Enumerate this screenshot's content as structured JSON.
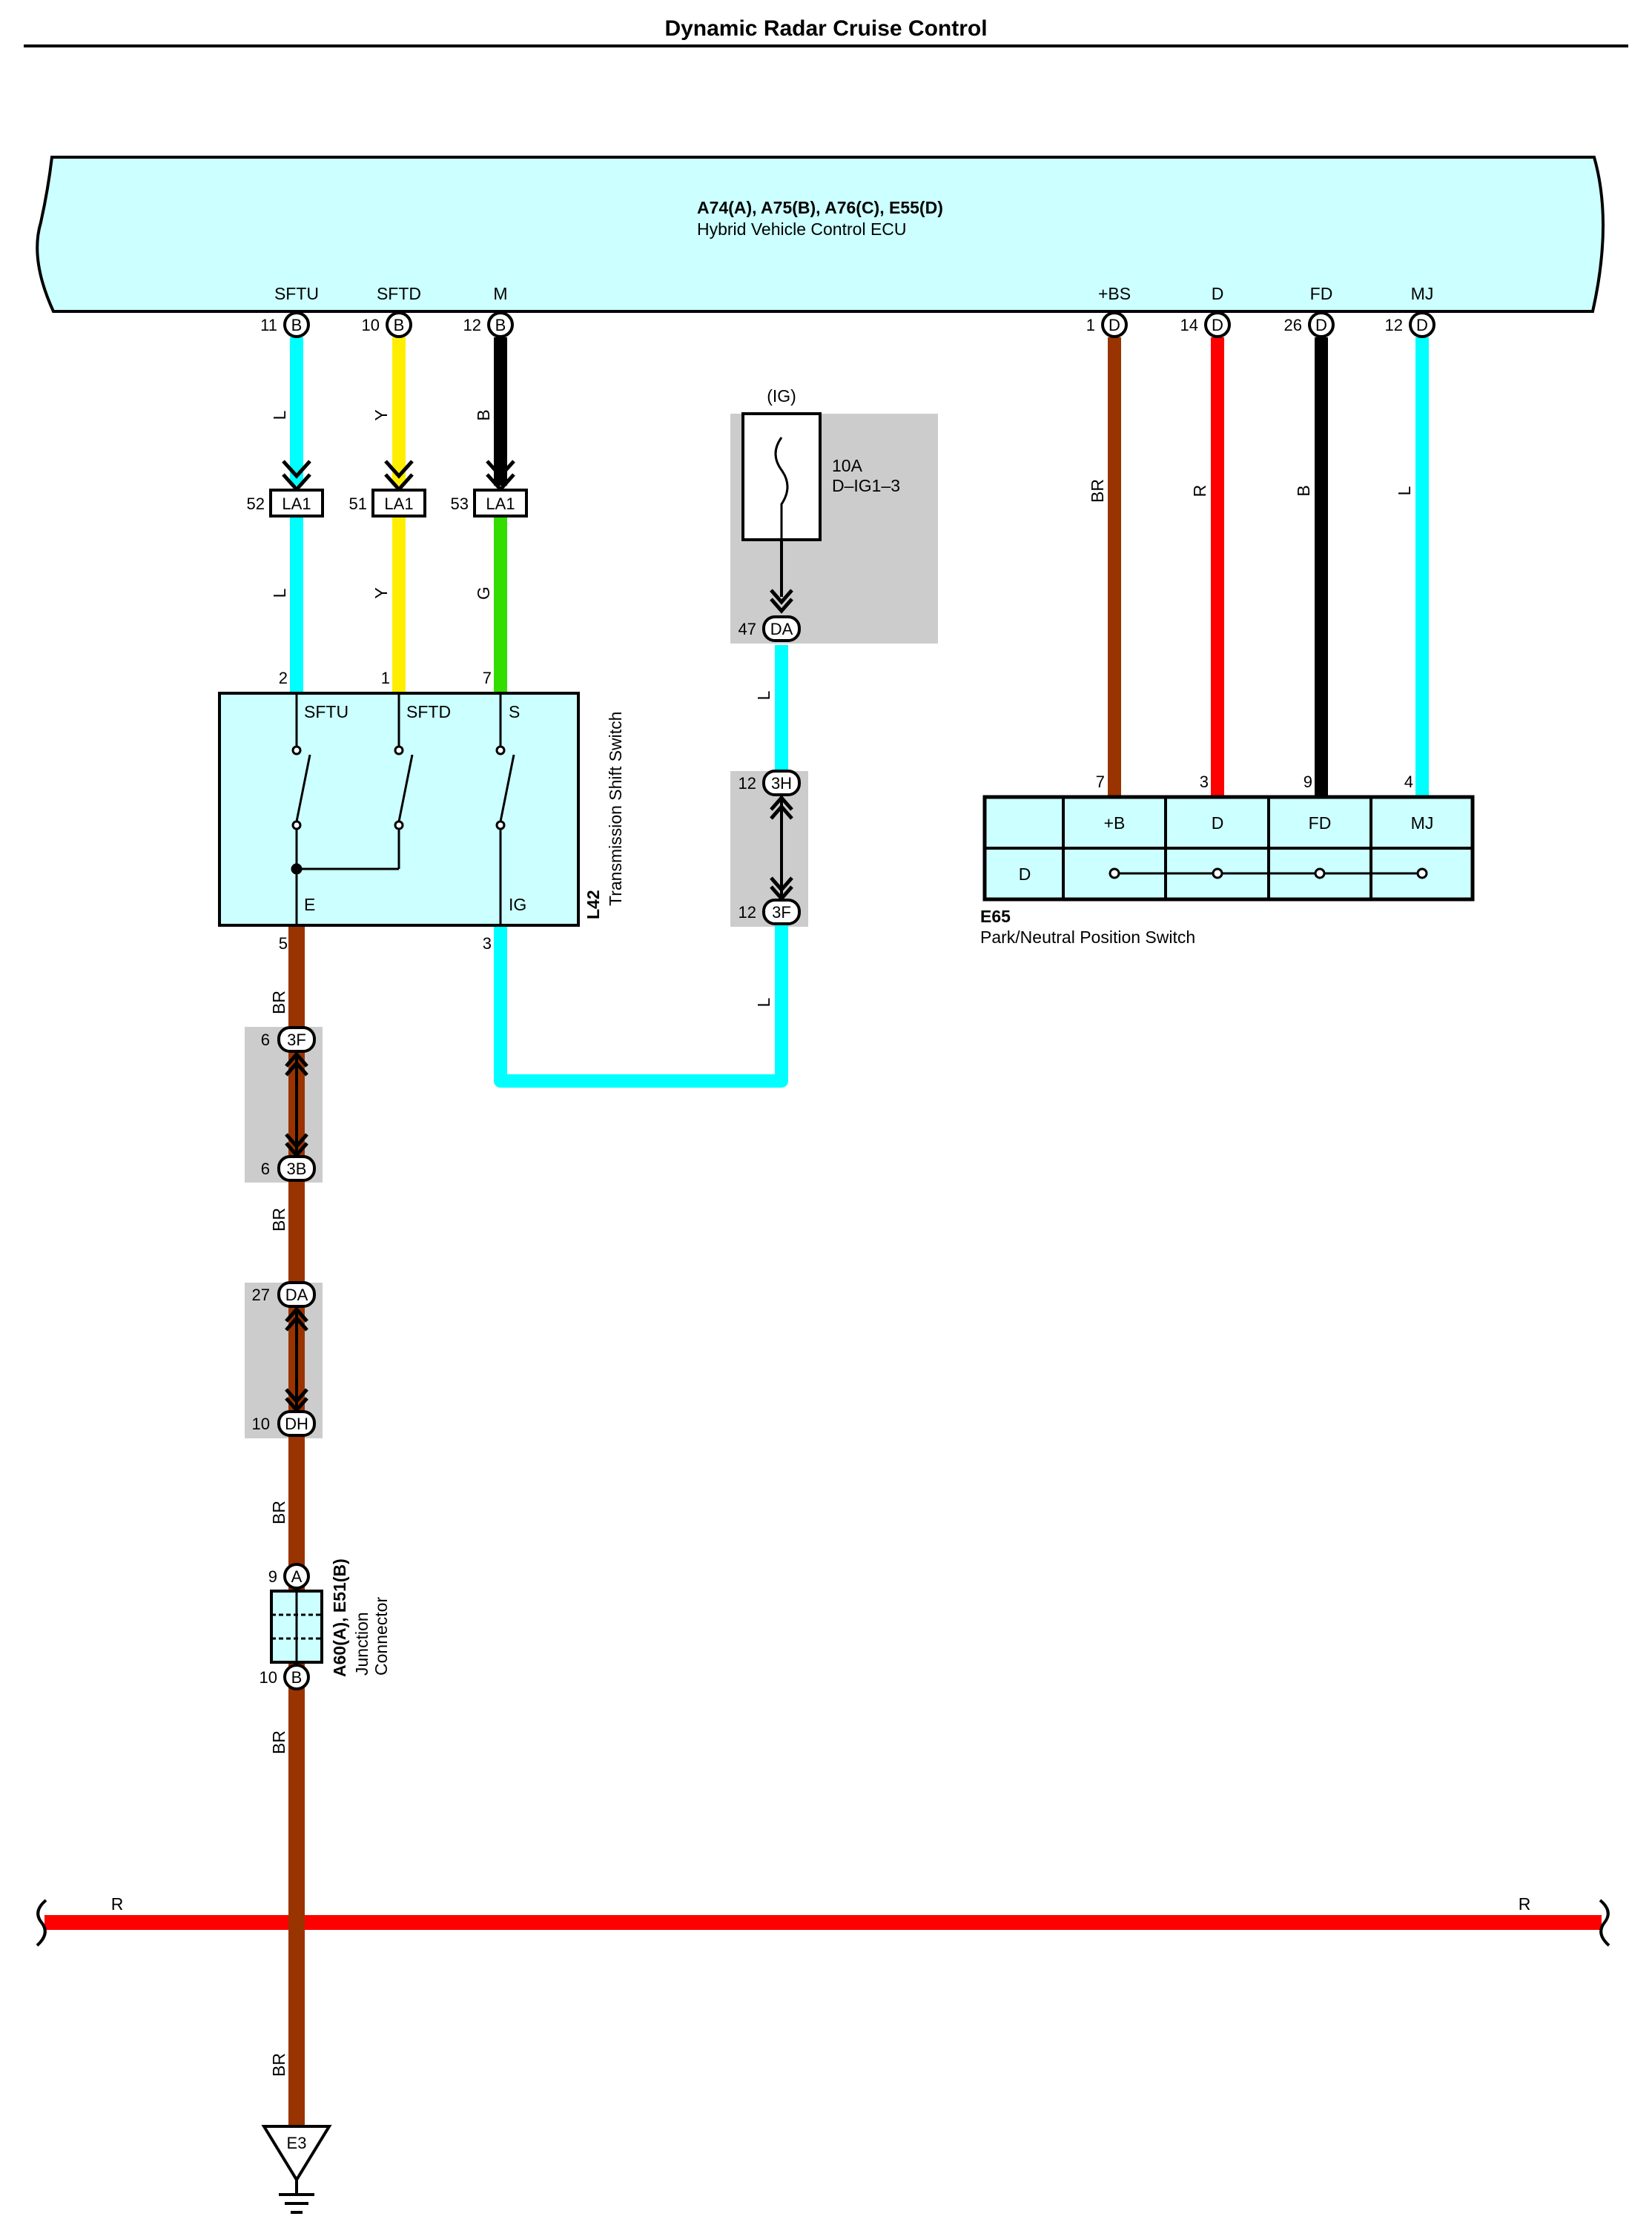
{
  "title": "Dynamic Radar Cruise Control",
  "ecu": {
    "connectors": "A74(A), A75(B), A76(C), E55(D)",
    "name": "Hybrid Vehicle Control ECU",
    "terminals": [
      {
        "name": "SFTU",
        "pin": "11",
        "conn": "B"
      },
      {
        "name": "SFTD",
        "pin": "10",
        "conn": "B"
      },
      {
        "name": "M",
        "pin": "12",
        "conn": "B"
      },
      {
        "name": "+BS",
        "pin": "1",
        "conn": "D"
      },
      {
        "name": "D",
        "pin": "14",
        "conn": "D"
      },
      {
        "name": "FD",
        "pin": "26",
        "conn": "D"
      },
      {
        "name": "MJ",
        "pin": "12",
        "conn": "D"
      }
    ]
  },
  "colors": {
    "L": "#00ffff",
    "Y": "#ffee00",
    "B": "#000000",
    "G": "#33dd00",
    "BR": "#993300",
    "R": "#ff0000",
    "component_fill": "#ccffff",
    "splice_fill": "#cccccc"
  },
  "wire_codes": {
    "l": "L",
    "y": "Y",
    "b": "B",
    "g": "G",
    "br": "BR",
    "r": "R"
  },
  "la1": {
    "name": "LA1",
    "pins": [
      "52",
      "51",
      "53"
    ]
  },
  "shift_switch": {
    "id": "L42",
    "name": "Transmission Shift Switch",
    "terms": {
      "sftu": "SFTU",
      "sftd": "SFTD",
      "s": "S",
      "e": "E",
      "ig": "IG"
    },
    "pins": {
      "sftu": "2",
      "sftd": "1",
      "s": "7",
      "e": "5",
      "ig": "3"
    }
  },
  "fuse": {
    "header": "(IG)",
    "rating": "10A",
    "name": "D–IG1–3",
    "pin": "47",
    "conn": "DA"
  },
  "splices": [
    {
      "top_pin": "12",
      "top": "3H",
      "bottom_pin": "12",
      "bottom": "3F"
    },
    {
      "top_pin": "6",
      "top": "3F",
      "bottom_pin": "6",
      "bottom": "3B"
    },
    {
      "top_pin": "27",
      "top": "DA",
      "bottom_pin": "10",
      "bottom": "DH"
    }
  ],
  "pnp": {
    "id": "E65",
    "name": "Park/Neutral Position Switch",
    "cols": [
      "+B",
      "D",
      "FD",
      "MJ"
    ],
    "row": "D",
    "pins": [
      "7",
      "3",
      "9",
      "4"
    ]
  },
  "junction": {
    "title": "A60(A), E51(B)",
    "line1": "Junction",
    "line2": "Connector",
    "top_pin": "9",
    "top": "A",
    "bottom_pin": "10",
    "bottom": "B"
  },
  "ground": {
    "name": "E3"
  }
}
